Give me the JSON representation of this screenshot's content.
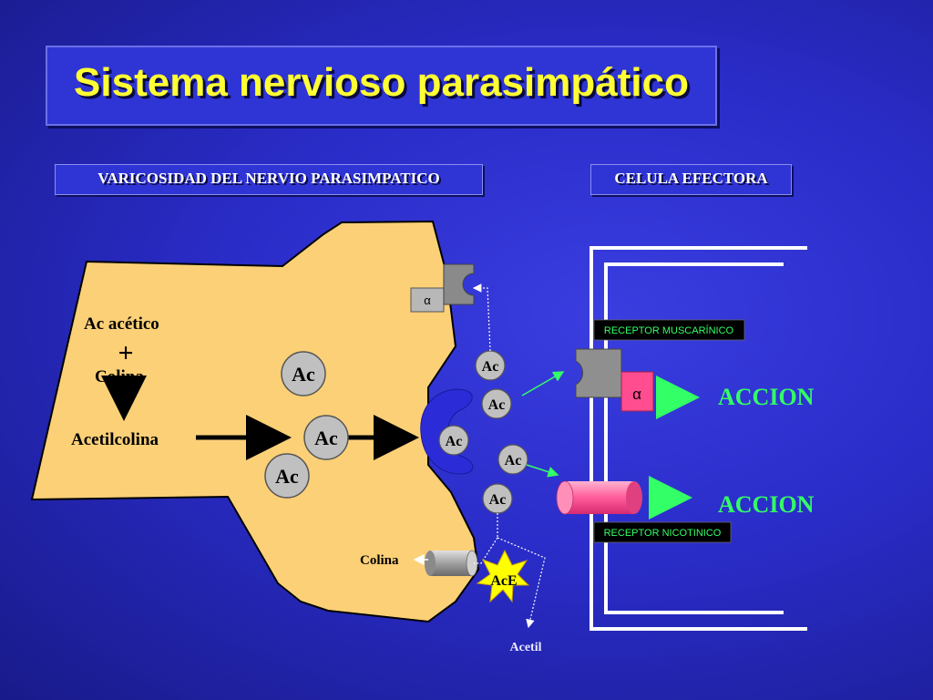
{
  "title": "Sistema nervioso parasimpático",
  "labels": {
    "varicosidad": "VARICOSIDAD DEL NERVIO PARASIMPATICO",
    "celula": "CELULA EFECTORA"
  },
  "synthesis": {
    "ac_acetico": "Ac acético",
    "plus": "+",
    "colina": "Colina",
    "acetilcolina": "Acetilcolina"
  },
  "molecule_label": "Ac",
  "alpha_symbol": "α",
  "receptors": {
    "muscarinico": "RECEPTOR MUSCARÍNICO",
    "nicotinico": "RECEPTOR NICOTINICO"
  },
  "accion": "ACCION",
  "enzyme": "AcE",
  "products": {
    "colina": "Colina",
    "acetil": "Acetil"
  },
  "colors": {
    "background": "#2a2cc8",
    "title_text": "#ffff33",
    "cell": "#fcd077",
    "vesicle": "#c0c0c0",
    "release_site": "#2b2bd8",
    "accion_text": "#33ff33",
    "receptor_pink": "#ff4d8f",
    "enzyme_star": "#ffff00"
  }
}
